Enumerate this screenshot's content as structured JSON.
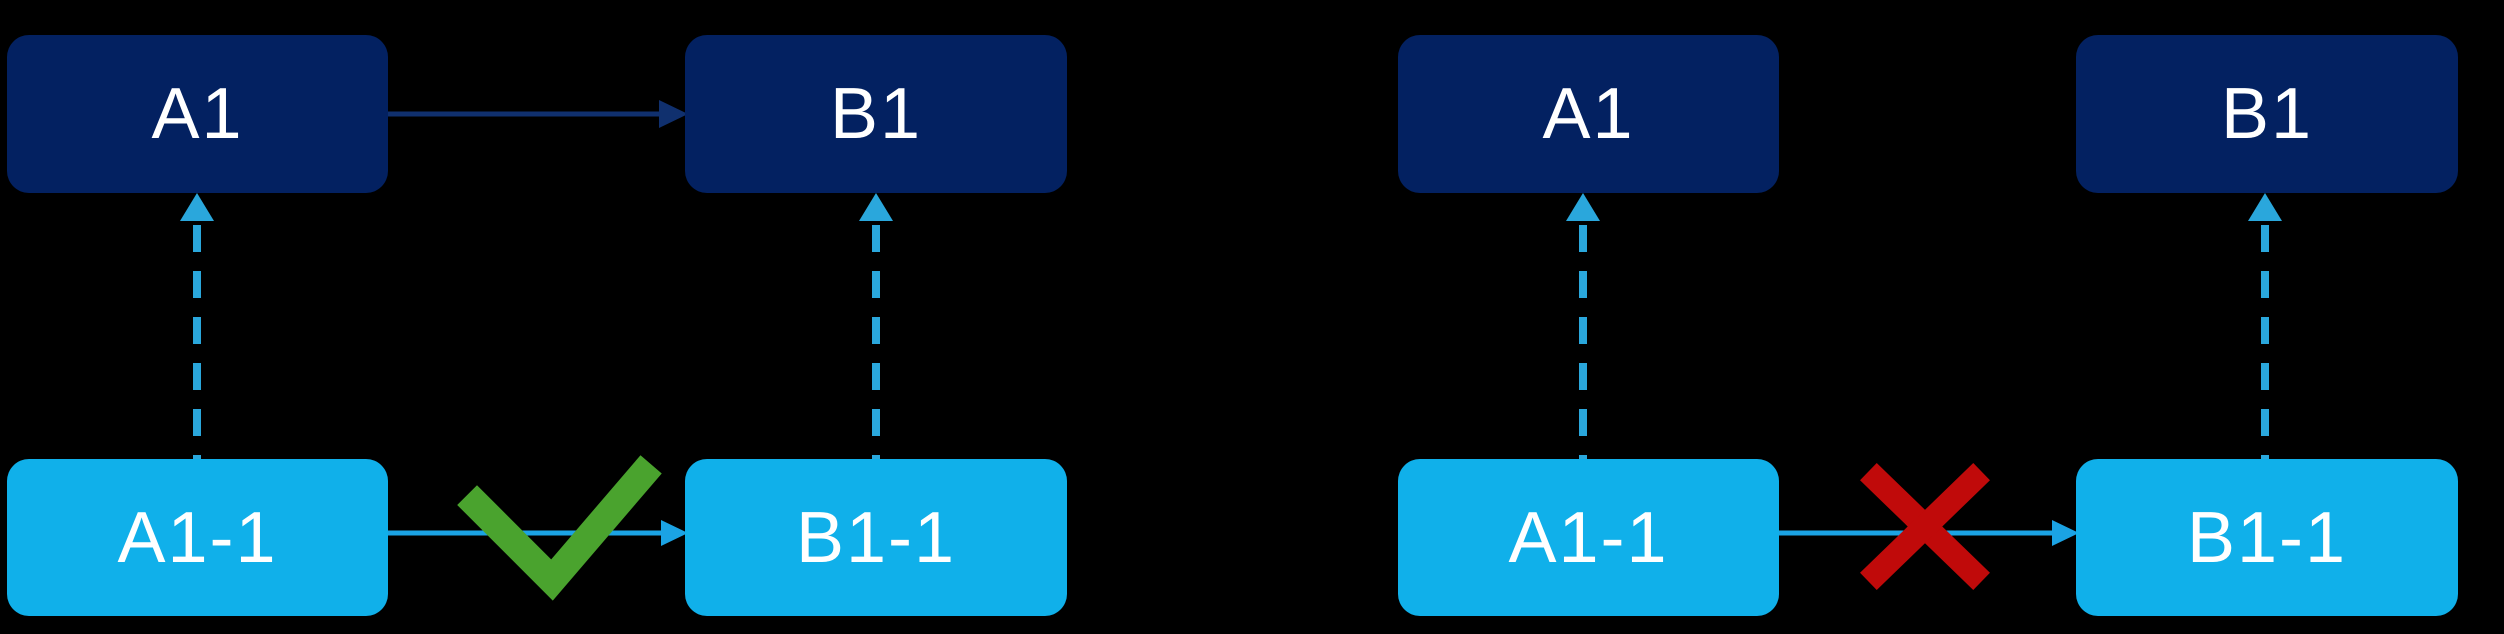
{
  "diagram": {
    "background": "#000000",
    "colors": {
      "background": "#000000",
      "parent_box": "#032161",
      "parent_arrow": "#10306E",
      "child_box": "#10B0EA",
      "child_arrow": "#1BA3E4",
      "dashed_arrow": "#2AA7DC",
      "check_green": "#4AA32E",
      "cross_red": "#C00A0A",
      "label_text": "#FFFFFF"
    },
    "panels": [
      {
        "side": "left",
        "relation": "allowed",
        "relation_icon": "checkmark-icon",
        "parent_link_present": true,
        "nodes": {
          "parent_a": "A1",
          "parent_b": "B1",
          "child_a": "A1-1",
          "child_b": "B1-1"
        }
      },
      {
        "side": "right",
        "relation": "blocked",
        "relation_icon": "cross-icon",
        "parent_link_present": false,
        "nodes": {
          "parent_a": "A1",
          "parent_b": "B1",
          "child_a": "A1-1",
          "child_b": "B1-1"
        }
      }
    ]
  }
}
